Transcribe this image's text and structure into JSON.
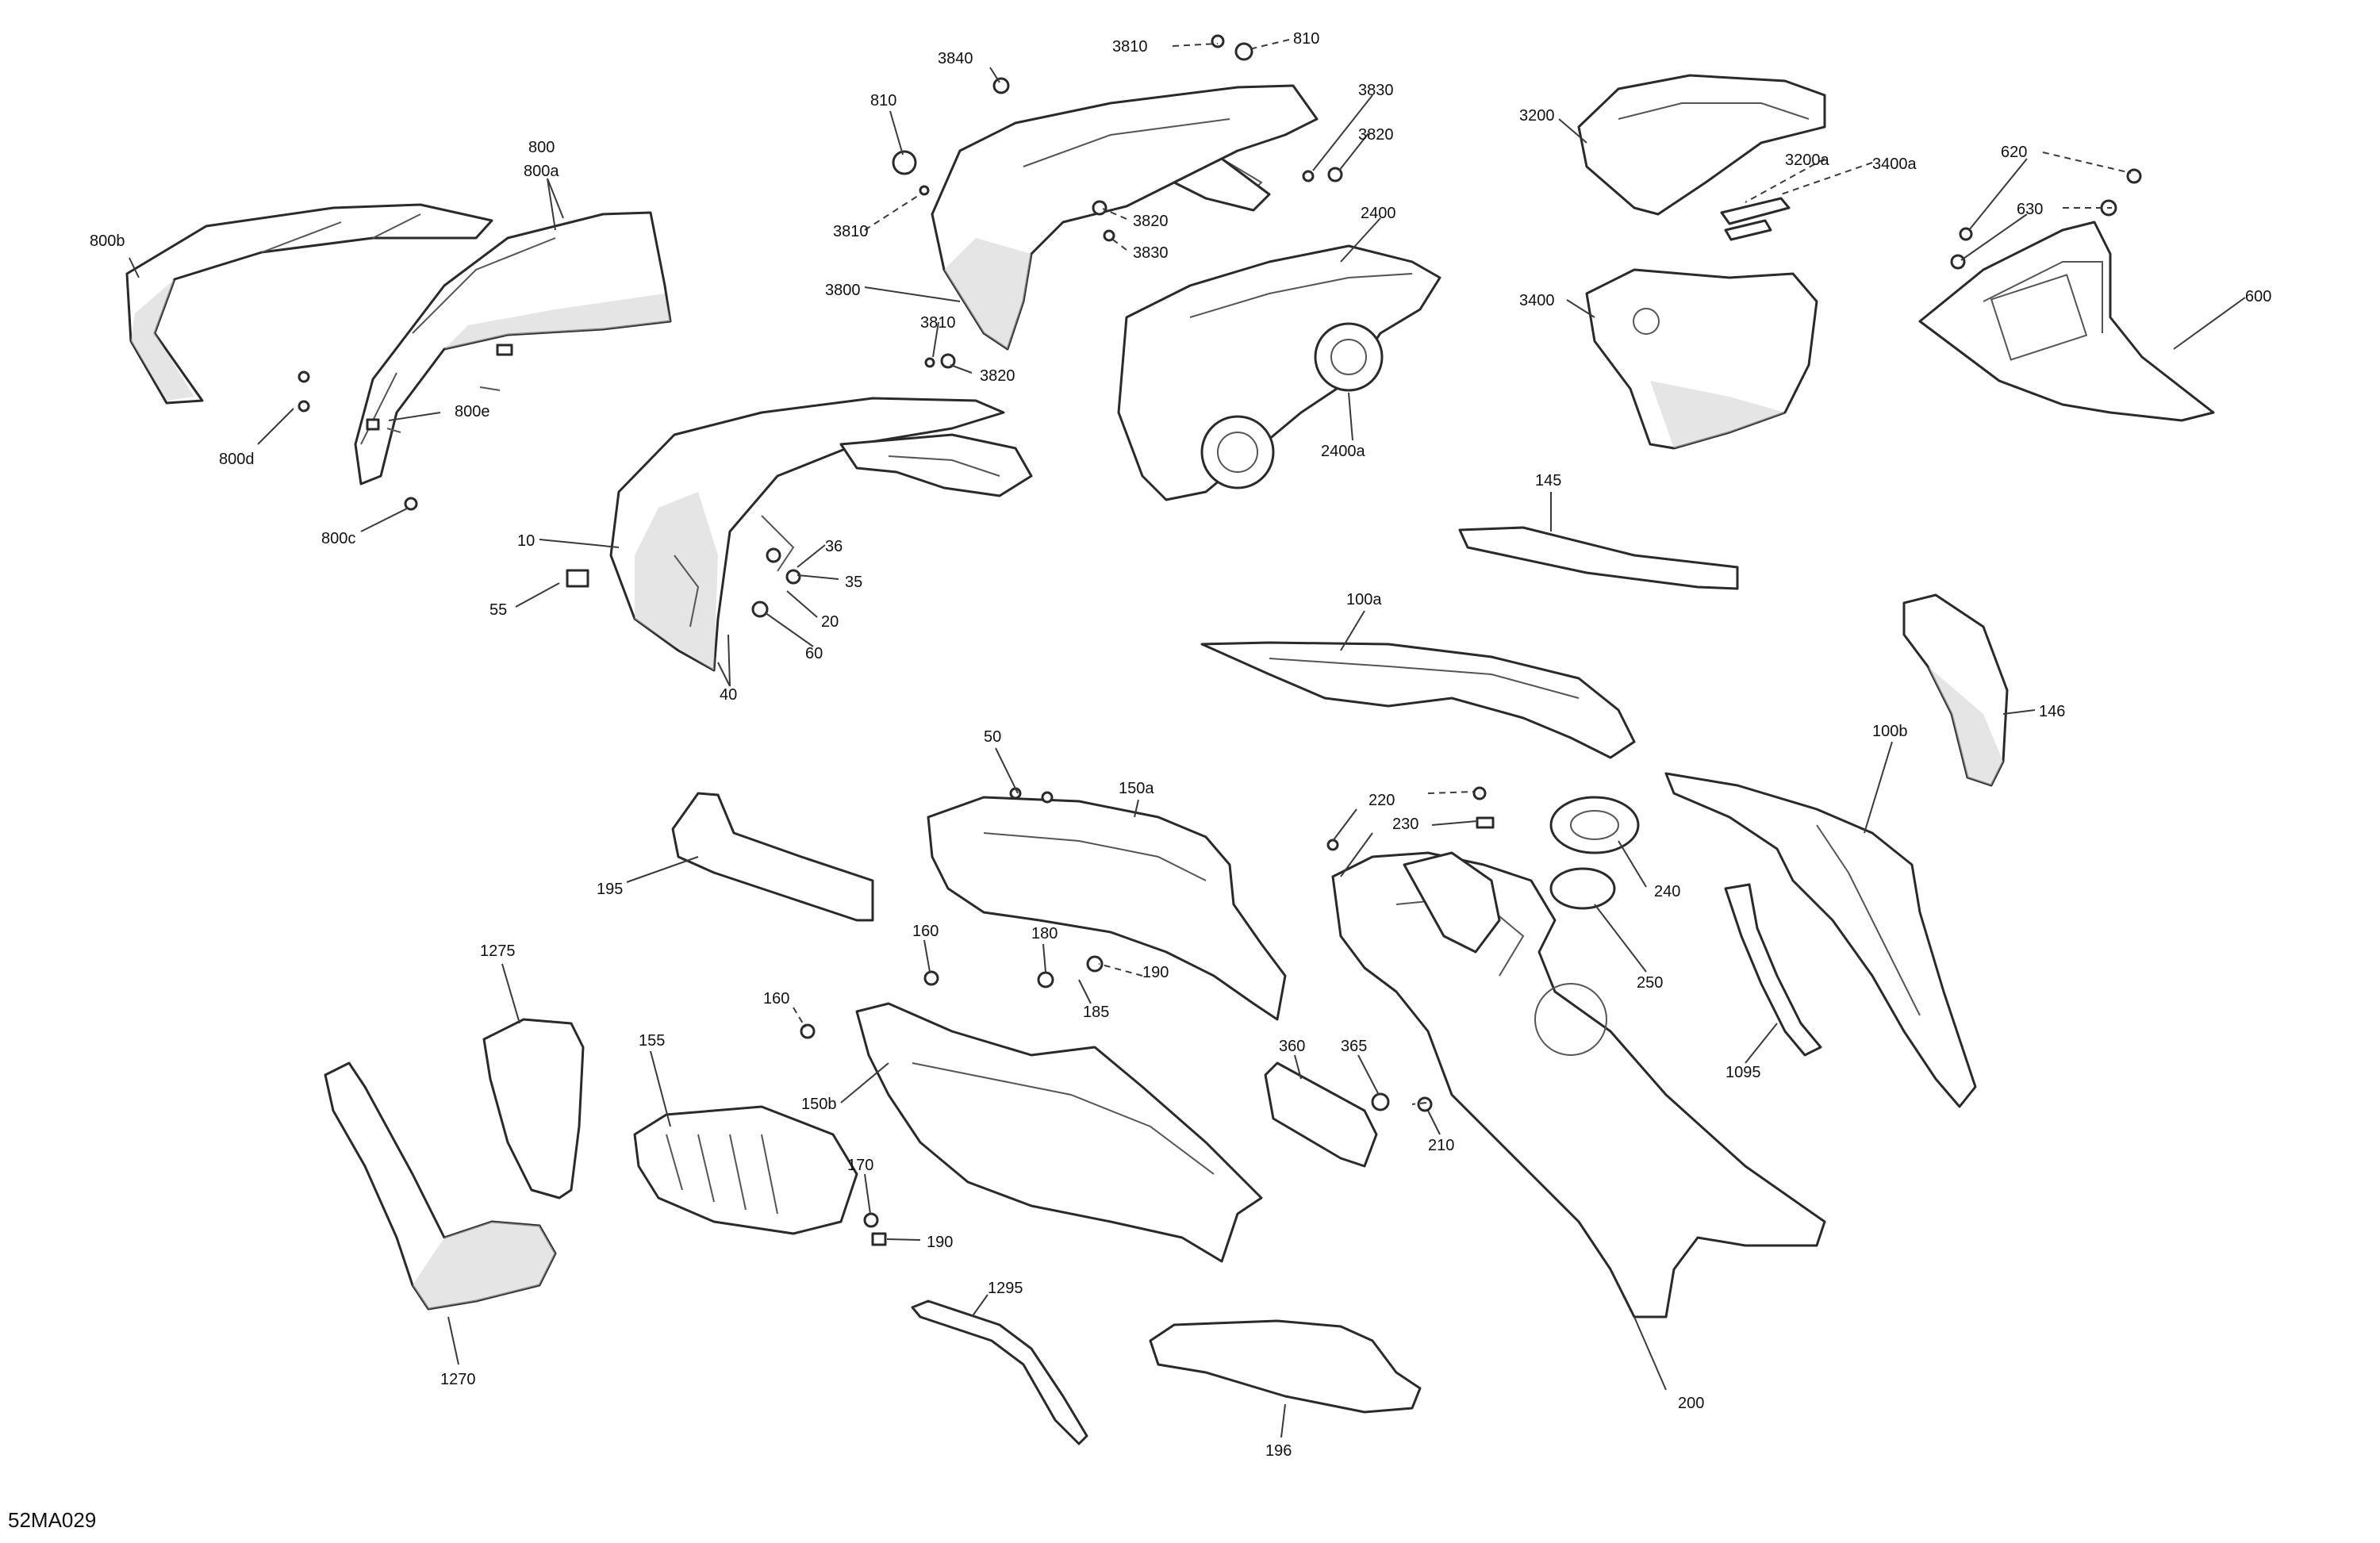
{
  "figure_id": "52MA029",
  "callouts": [
    "800",
    "800a",
    "800b",
    "800d",
    "800e",
    "800c",
    "3840",
    "3810",
    "810",
    "3830",
    "3820",
    "3810",
    "3820",
    "3830",
    "3800",
    "3810",
    "3820",
    "810",
    "2400",
    "2400a",
    "3200",
    "3200a",
    "3400a",
    "3400",
    "620",
    "630",
    "600",
    "10",
    "36",
    "35",
    "55",
    "20",
    "60",
    "40",
    "145",
    "100a",
    "146",
    "100b",
    "50",
    "150a",
    "195",
    "220",
    "230",
    "240",
    "250",
    "1095",
    "160",
    "160",
    "180",
    "190",
    "185",
    "1275",
    "155",
    "150b",
    "360",
    "365",
    "210",
    "170",
    "190",
    "1270",
    "1295",
    "196",
    "200"
  ]
}
